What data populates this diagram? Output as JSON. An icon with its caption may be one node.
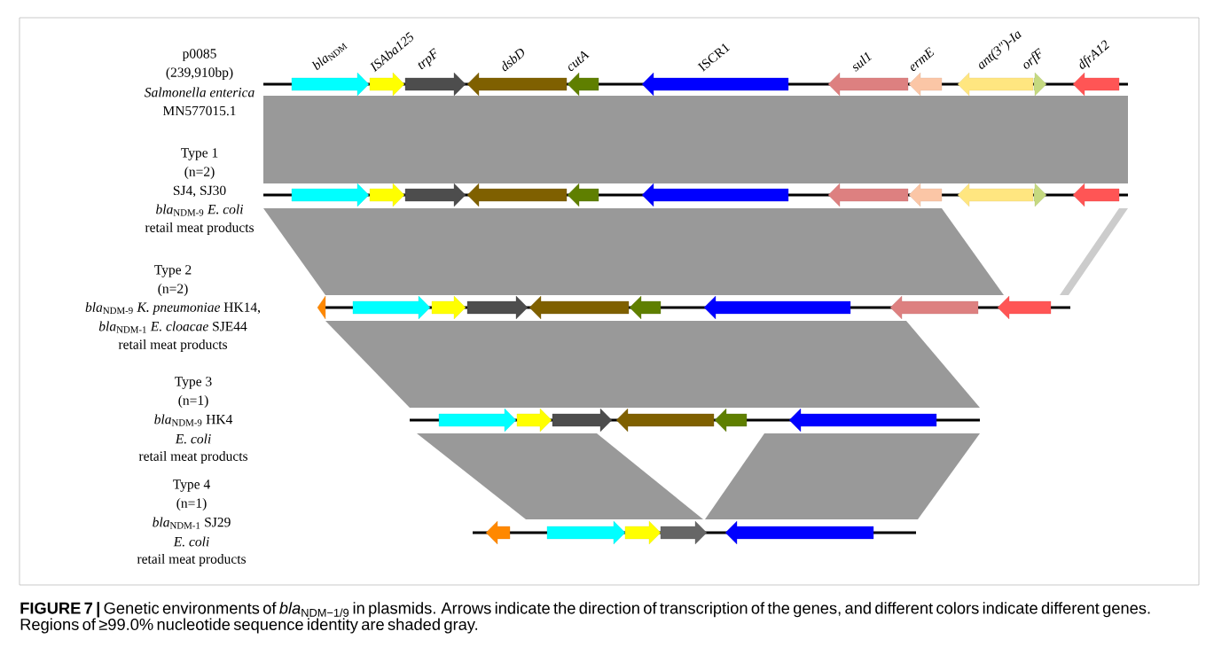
{
  "diagram": {
    "nodes": [
      {
        "text": [
          "*bla*$_{NDM}$"
        ]
      },
      {
        "text": [
          "ISAba125"
        ]
      },
      {
        "text": [
          "trpF"
        ]
      },
      {
        "text": [
          "dsbD"
        ]
      },
      {
        "text": [
          "cutA"
        ]
      },
      {
        "text": [
          "ISCR1"
        ]
      },
      {
        "text": [
          "sul1"
        ]
      },
      {
        "text": [
          "ermE"
        ]
      },
      {
        "text": [
          "ant(3″)-Ia"
        ]
      },
      {
        "text": [
          "orfF"
        ]
      },
      {
        "text": [
          "dfrA12"
        ]
      },
      {
        "text": [],
        "shape": "band"
      },
      {
        "text": [],
        "shape": "arrow"
      },
      {
        "text": [],
        "shape": "arrow"
      },
      {
        "text": [],
        "shape": "arrow"
      },
      {
        "text": [],
        "shape": "arrow"
      },
      {
        "text": [],
        "shape": "arrow"
      },
      {
        "text": [],
        "shape": "arrow"
      },
      {
        "text": [],
        "shape": "arrow"
      },
      {
        "text": [],
        "shape": "arrow"
      },
      {
        "text": [],
        "shape": "arrow"
      },
      {
        "text": [],
        "shape": "arrow"
      },
      {
        "text": [],
        "shape": "arrow"
      },
      {
        "text": [],
        "shape": "band"
      },
      {
        "text": [],
        "shape": "band"
      },
      {
        "text": [],
        "shape": "arrow"
      },
      {
        "text": [],
        "shape": "arrow"
      },
      {
        "text": [],
        "shape": "arrow"
      },
      {
        "text": [],
        "shape": "arrow"
      },
      {
        "text": [],
        "shape": "arrow"
      },
      {
        "text": [],
        "shape": "arrow"
      },
      {
        "text": [],
        "shape": "arrow"
      },
      {
        "text": [],
        "shape": "arrow"
      },
      {
        "text": [],
        "shape": "arrow"
      },
      {
        "text": [],
        "shape": "band"
      },
      {
        "text": [],
        "shape": "arrow"
      },
      {
        "text": [],
        "shape": "arrow"
      },
      {
        "text": [],
        "shape": "arrow"
      },
      {
        "text": [],
        "shape": "arrow"
      },
      {
        "text": [],
        "shape": "arrow"
      },
      {
        "text": [],
        "shape": "arrow"
      },
      {
        "text": [],
        "shape": "band"
      },
      {
        "text": [],
        "shape": "band"
      },
      {
        "text": [],
        "shape": "arrow"
      },
      {
        "text": [],
        "shape": "arrow"
      },
      {
        "text": [],
        "shape": "arrow"
      },
      {
        "text": [],
        "shape": "arrow"
      },
      {
        "text": [],
        "shape": "arrow"
      }
    ],
    "labels": [
      "p0085",
      "(239,910bp)",
      "Salmonella enterica",
      "MN577015.1",
      "Type 1",
      "(n=2)",
      "SJ4, SJ30",
      "*bla*$_{NDM-9}$ *E. coli*",
      "retail meat products",
      "Type 2",
      "(n=2)",
      "*bla*$_{NDM-9}$ *K. pneumoniae* HK14,",
      "*bla*$_{NDM-1}$ *E. cloacae* SJE44",
      "retail meat products",
      "Type 3",
      "(n=1)",
      "*bla*$_{NDM-9}$ HK4",
      "E. coli",
      "retail meat products",
      "Type 4",
      "(n=1)",
      "*bla*$_{NDM-1}$ SJ29",
      "E. coli",
      "retail meat products"
    ],
    "caption": "**FIGURE 7 |** Genetic environments of *bla*$_{NDM−1/9}$ in plasmids. Arrows indicate the direction of transcription of the genes, and different colors indicate different genes. Regions of ≥99.0% nucleotide sequence identity are shaded gray."
  }
}
